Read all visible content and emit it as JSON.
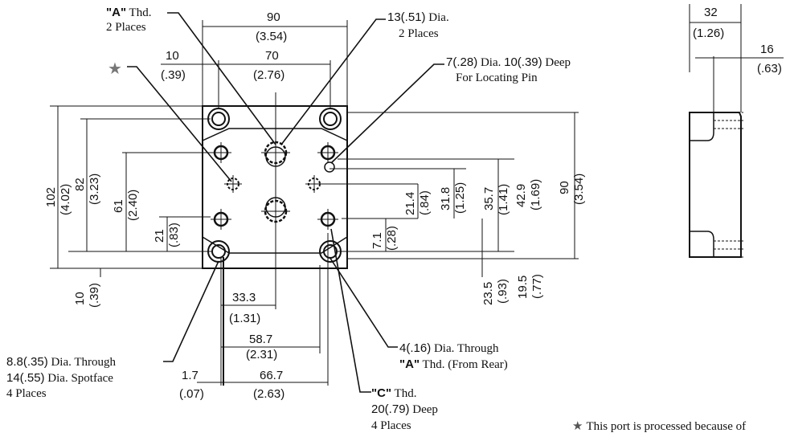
{
  "front": {
    "width_90": "90",
    "width_90_in": "(3.54)",
    "pitch_70": "70",
    "pitch_70_in": "(2.76)",
    "off_10": "10",
    "off_10_in": "(.39)",
    "h_102": "102",
    "h_102_in": "(4.02)",
    "h_82": "82",
    "h_82_in": "(3.23)",
    "h_61": "61",
    "h_61_in": "(2.40)",
    "h_21": "21",
    "h_21_in": "(.83)",
    "bot_10": "10",
    "bot_10_in": "(.39)",
    "d_21_4": "21.4",
    "d_21_4_in": "(.84)",
    "d_31_8": "31.8",
    "d_31_8_in": "(1.25)",
    "d_35_7": "35.7",
    "d_35_7_in": "(1.41)",
    "d_42_9": "42.9",
    "d_42_9_in": "(1.69)",
    "d_90": "90",
    "d_90_in": "(3.54)",
    "d_7_1": "7.1",
    "d_7_1_in": "(.28)",
    "d_23_5": "23.5",
    "d_23_5_in": "(.93)",
    "d_19_5": "19.5",
    "d_19_5_in": "(.77)",
    "x_33_3": "33.3",
    "x_33_3_in": "(1.31)",
    "x_58_7": "58.7",
    "x_58_7_in": "(2.31)",
    "x_1_7": "1.7",
    "x_1_7_in": "(.07)",
    "x_66_7": "66.7",
    "x_66_7_in": "(2.63)"
  },
  "side": {
    "w_32": "32",
    "w_32_in": "(1.26)",
    "w_16": "16",
    "w_16_in": "(.63)"
  },
  "notes": {
    "a_thd_q": "\"A\"",
    "a_thd_rest": " Thd.",
    "a_thd_places": "2 Places",
    "dia13_num": "13(.51)",
    "dia13_rest": " Dia.",
    "dia13_places": "2 Places",
    "pin_num": "7(.28)",
    "pin_mid": " Dia. ",
    "pin_num2": "10(.39)",
    "pin_rest": " Deep",
    "pin_line2": "For Locating Pin",
    "star": "★",
    "thru_num": "8.8(.35)",
    "thru_rest": " Dia. Through",
    "spot_num": "14(.55)",
    "spot_rest": " Dia. Spotface",
    "thru_places": "4 Places",
    "d4_num": "4(.16)",
    "d4_rest": " Dia. Through",
    "d4_q": "\"A\"",
    "d4_rest2": " Thd. (From Rear)",
    "c_q": "\"C\"",
    "c_rest": " Thd.",
    "c_num": "20(.79)",
    "c_rest2": " Deep",
    "c_places": "4 Places",
    "footnote_star": "★",
    "footnote_text": "This port is processed because of"
  }
}
